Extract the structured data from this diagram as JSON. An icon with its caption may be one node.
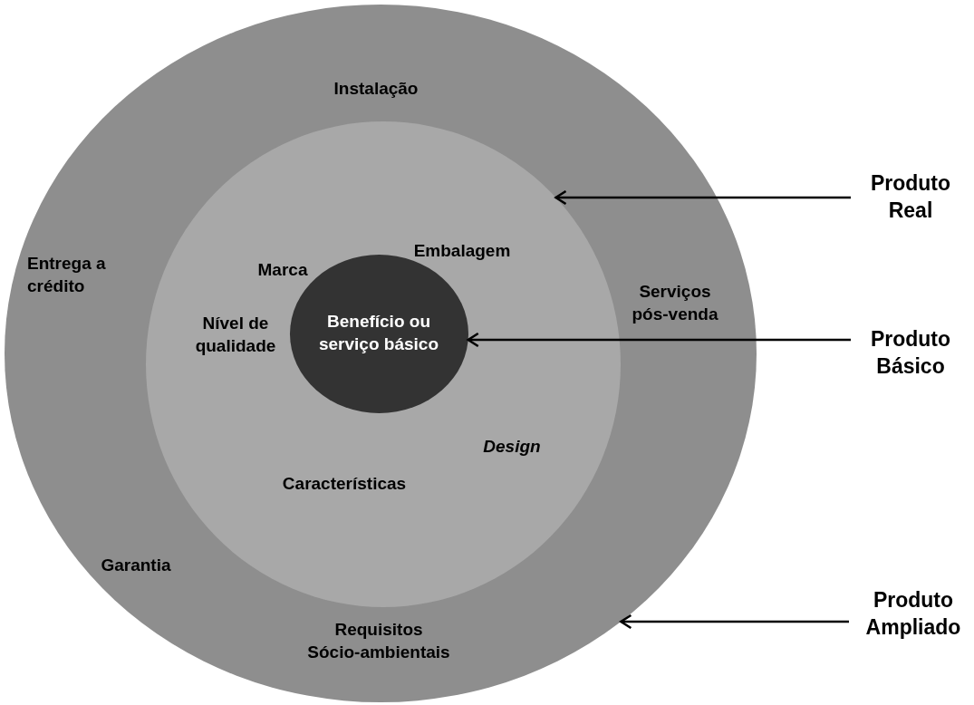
{
  "diagram": {
    "nodes": [
      {
        "text": [
          "Instalação",
          "Entrega a crédito",
          "Serviços pós-venda",
          "Garantia",
          "Requisitos Sócio-ambientais"
        ]
      },
      {
        "text": [
          "Marca",
          "Embalagem",
          "Nível de qualidade",
          "Design",
          "Características"
        ],
        "in": 0
      },
      {
        "text": [
          "Benefício ou serviço básico"
        ],
        "in": 1
      },
      {
        "text": [
          "Produto Real"
        ]
      },
      {
        "text": [
          "Produto Básico"
        ]
      },
      {
        "text": [
          "Produto Ampliado"
        ]
      }
    ],
    "edges": [
      {
        "from": 3,
        "to": 1,
        "arrow": "to"
      },
      {
        "from": 4,
        "to": 2,
        "arrow": "to"
      },
      {
        "from": 5,
        "to": 0,
        "arrow": "to"
      }
    ]
  }
}
